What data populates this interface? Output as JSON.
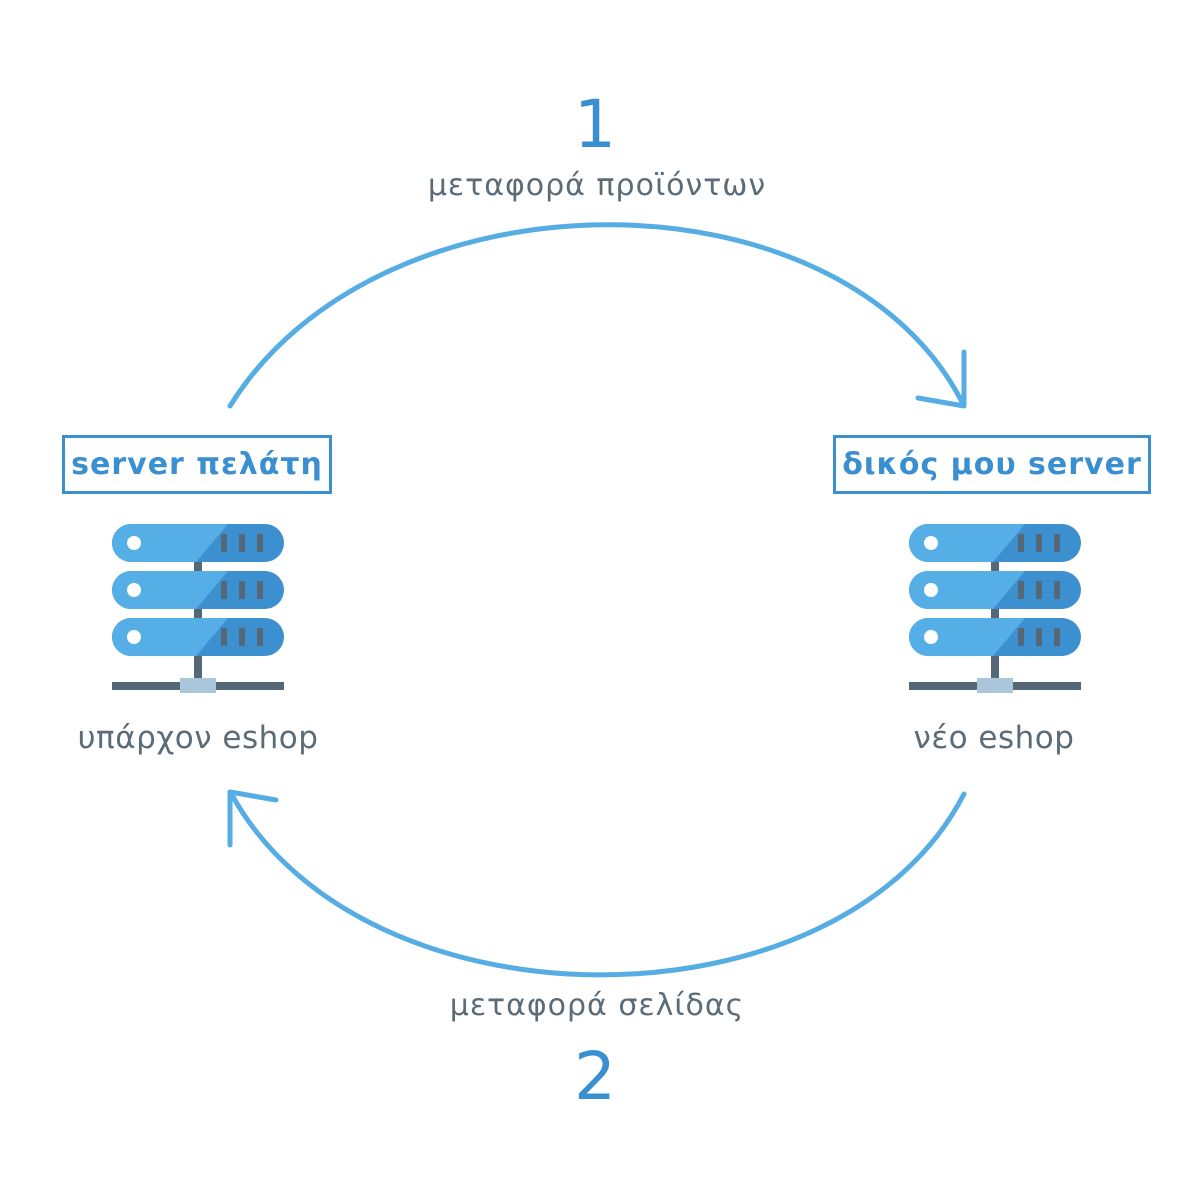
{
  "steps": {
    "top": {
      "number": "1",
      "label": "μεταφορά προϊόντων"
    },
    "bottom": {
      "number": "2",
      "label": "μεταφορά σελίδας"
    }
  },
  "servers": {
    "left": {
      "box_label": "server πελάτη",
      "caption": "υπάρχον eshop"
    },
    "right": {
      "box_label": "δικός μου server",
      "caption": "νέο eshop"
    }
  },
  "icons": {
    "server": "server-rack-icon",
    "arrow_top": "arrow-right-icon",
    "arrow_bottom": "arrow-left-icon"
  },
  "colors": {
    "accent": "#3a8fd0",
    "arrow": "#56ade3",
    "text": "#5b6b78",
    "server_light": "#55aee6",
    "server_dark": "#3d90cf",
    "server_slot": "#556877",
    "base": "#556877",
    "connector": "#a9c6da"
  }
}
